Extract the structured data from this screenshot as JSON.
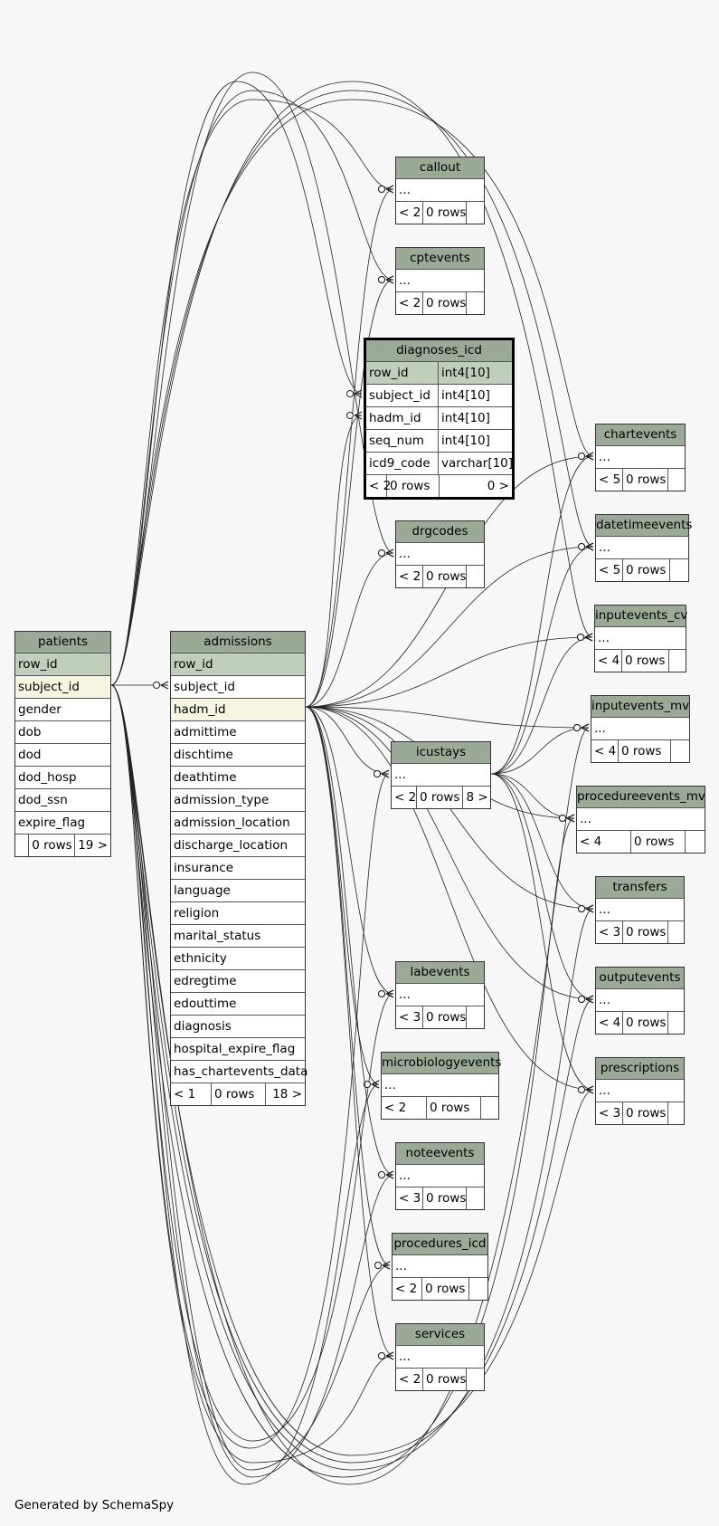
{
  "footer": {
    "generated_by": "Generated by SchemaSpy"
  },
  "tables": {
    "patients": {
      "name": "patients",
      "columns": [
        "row_id",
        "subject_id",
        "gender",
        "dob",
        "dod",
        "dod_hosp",
        "dod_ssn",
        "expire_flag"
      ],
      "footer": [
        "",
        "0 rows",
        "19 >"
      ]
    },
    "admissions": {
      "name": "admissions",
      "columns": [
        "row_id",
        "subject_id",
        "hadm_id",
        "admittime",
        "dischtime",
        "deathtime",
        "admission_type",
        "admission_location",
        "discharge_location",
        "insurance",
        "language",
        "religion",
        "marital_status",
        "ethnicity",
        "edregtime",
        "edouttime",
        "diagnosis",
        "hospital_expire_flag",
        "has_chartevents_data"
      ],
      "footer": [
        "< 1",
        "0 rows",
        "18 >"
      ]
    },
    "diagnoses_icd": {
      "name": "diagnoses_icd",
      "columns": [
        {
          "name": "row_id",
          "type": "int4[10]"
        },
        {
          "name": "subject_id",
          "type": "int4[10]"
        },
        {
          "name": "hadm_id",
          "type": "int4[10]"
        },
        {
          "name": "seq_num",
          "type": "int4[10]"
        },
        {
          "name": "icd9_code",
          "type": "varchar[10]"
        }
      ],
      "footer": [
        "< 2",
        "0 rows",
        "0 >"
      ]
    },
    "callout": {
      "name": "callout",
      "collapsed": "...",
      "footer": [
        "< 2",
        "0 rows",
        ""
      ]
    },
    "cptevents": {
      "name": "cptevents",
      "collapsed": "...",
      "footer": [
        "< 2",
        "0 rows",
        ""
      ]
    },
    "drgcodes": {
      "name": "drgcodes",
      "collapsed": "...",
      "footer": [
        "< 2",
        "0 rows",
        ""
      ]
    },
    "icustays": {
      "name": "icustays",
      "collapsed": "...",
      "footer": [
        "< 2",
        "0 rows",
        "8 >"
      ]
    },
    "labevents": {
      "name": "labevents",
      "collapsed": "...",
      "footer": [
        "< 3",
        "0 rows",
        ""
      ]
    },
    "microbiologyevents": {
      "name": "microbiologyevents",
      "collapsed": "...",
      "footer": [
        "< 2",
        "0 rows",
        ""
      ]
    },
    "noteevents": {
      "name": "noteevents",
      "collapsed": "...",
      "footer": [
        "< 3",
        "0 rows",
        ""
      ]
    },
    "procedures_icd": {
      "name": "procedures_icd",
      "collapsed": "...",
      "footer": [
        "< 2",
        "0 rows",
        ""
      ]
    },
    "services": {
      "name": "services",
      "collapsed": "...",
      "footer": [
        "< 2",
        "0 rows",
        ""
      ]
    },
    "chartevents": {
      "name": "chartevents",
      "collapsed": "...",
      "footer": [
        "< 5",
        "0 rows",
        ""
      ]
    },
    "datetimeevents": {
      "name": "datetimeevents",
      "collapsed": "...",
      "footer": [
        "< 5",
        "0 rows",
        ""
      ]
    },
    "inputevents_cv": {
      "name": "inputevents_cv",
      "collapsed": "...",
      "footer": [
        "< 4",
        "0 rows",
        ""
      ]
    },
    "inputevents_mv": {
      "name": "inputevents_mv",
      "collapsed": "...",
      "footer": [
        "< 4",
        "0 rows",
        ""
      ]
    },
    "procedureevents_mv": {
      "name": "procedureevents_mv",
      "collapsed": "...",
      "footer": [
        "< 4",
        "0 rows",
        ""
      ]
    },
    "transfers": {
      "name": "transfers",
      "collapsed": "...",
      "footer": [
        "< 3",
        "0 rows",
        ""
      ]
    },
    "outputevents": {
      "name": "outputevents",
      "collapsed": "...",
      "footer": [
        "< 4",
        "0 rows",
        ""
      ]
    },
    "prescriptions": {
      "name": "prescriptions",
      "collapsed": "...",
      "footer": [
        "< 3",
        "0 rows",
        ""
      ]
    }
  },
  "relationships": [
    {
      "from": "patients",
      "to": "admissions"
    },
    {
      "from": "patients",
      "to": "callout"
    },
    {
      "from": "patients",
      "to": "cptevents"
    },
    {
      "from": "patients",
      "to": "diagnoses_icd"
    },
    {
      "from": "patients",
      "to": "drgcodes"
    },
    {
      "from": "patients",
      "to": "icustays"
    },
    {
      "from": "patients",
      "to": "labevents"
    },
    {
      "from": "patients",
      "to": "microbiologyevents"
    },
    {
      "from": "patients",
      "to": "noteevents"
    },
    {
      "from": "patients",
      "to": "procedures_icd"
    },
    {
      "from": "patients",
      "to": "services"
    },
    {
      "from": "patients",
      "to": "chartevents"
    },
    {
      "from": "patients",
      "to": "datetimeevents"
    },
    {
      "from": "patients",
      "to": "inputevents_cv"
    },
    {
      "from": "patients",
      "to": "inputevents_mv"
    },
    {
      "from": "patients",
      "to": "procedureevents_mv"
    },
    {
      "from": "patients",
      "to": "transfers"
    },
    {
      "from": "patients",
      "to": "outputevents"
    },
    {
      "from": "patients",
      "to": "prescriptions"
    },
    {
      "from": "admissions",
      "to": "callout"
    },
    {
      "from": "admissions",
      "to": "cptevents"
    },
    {
      "from": "admissions",
      "to": "diagnoses_icd"
    },
    {
      "from": "admissions",
      "to": "drgcodes"
    },
    {
      "from": "admissions",
      "to": "icustays"
    },
    {
      "from": "admissions",
      "to": "labevents"
    },
    {
      "from": "admissions",
      "to": "microbiologyevents"
    },
    {
      "from": "admissions",
      "to": "noteevents"
    },
    {
      "from": "admissions",
      "to": "procedures_icd"
    },
    {
      "from": "admissions",
      "to": "services"
    },
    {
      "from": "admissions",
      "to": "chartevents"
    },
    {
      "from": "admissions",
      "to": "datetimeevents"
    },
    {
      "from": "admissions",
      "to": "inputevents_cv"
    },
    {
      "from": "admissions",
      "to": "inputevents_mv"
    },
    {
      "from": "admissions",
      "to": "procedureevents_mv"
    },
    {
      "from": "admissions",
      "to": "transfers"
    },
    {
      "from": "admissions",
      "to": "outputevents"
    },
    {
      "from": "admissions",
      "to": "prescriptions"
    },
    {
      "from": "icustays",
      "to": "chartevents"
    },
    {
      "from": "icustays",
      "to": "datetimeevents"
    },
    {
      "from": "icustays",
      "to": "inputevents_cv"
    },
    {
      "from": "icustays",
      "to": "inputevents_mv"
    },
    {
      "from": "icustays",
      "to": "procedureevents_mv"
    },
    {
      "from": "icustays",
      "to": "transfers"
    },
    {
      "from": "icustays",
      "to": "outputevents"
    },
    {
      "from": "icustays",
      "to": "prescriptions"
    }
  ]
}
